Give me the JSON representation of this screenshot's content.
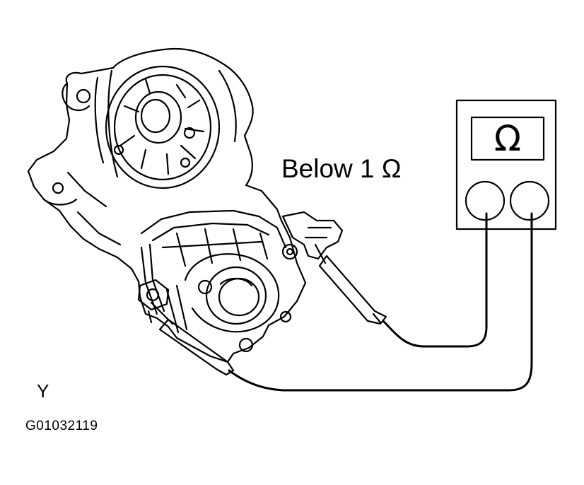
{
  "measurement_label": "Below 1 Ω",
  "meter": {
    "display_symbol": "Ω"
  },
  "corner_mark": "Y",
  "figure_id": "G01032119",
  "colors": {
    "ink": "#000000",
    "paper": "#ffffff"
  },
  "icons": [
    "ohmmeter-icon",
    "probe-icon",
    "motor-housing-icon"
  ]
}
